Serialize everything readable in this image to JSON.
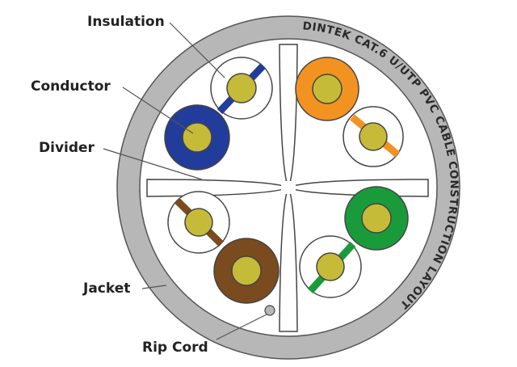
{
  "labels": {
    "insulation": "Insulation",
    "conductor": "Conductor",
    "divider": "Divider",
    "jacket": "Jacket",
    "rip_cord": "Rip Cord"
  },
  "jacket_text": "DINTEK CAT.6 U/UTP PVC CABLE CONSTRUCTION LAYOUT",
  "colors": {
    "jacket": "#b7b7b7",
    "conductor": "#c6bb39",
    "blue": "#223c9c",
    "orange": "#f29321",
    "green": "#199b3c",
    "brown": "#7a4b1e",
    "divider": "#ffffff",
    "outline": "#444444"
  },
  "pairs": [
    {
      "name": "blue",
      "solid": "blue-solid",
      "stripe": "blue-stripe"
    },
    {
      "name": "orange",
      "solid": "orange-solid",
      "stripe": "orange-stripe"
    },
    {
      "name": "brown",
      "solid": "brown-solid",
      "stripe": "brown-stripe"
    },
    {
      "name": "green",
      "solid": "green-solid",
      "stripe": "green-stripe"
    }
  ]
}
